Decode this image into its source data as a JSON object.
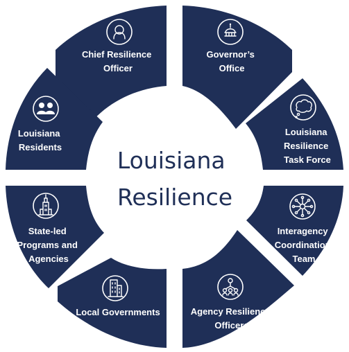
{
  "colors": {
    "segment": "#1f2f57",
    "icon": "#ffffff",
    "center_text": "#1f2f57"
  },
  "center": {
    "line1": "Louisiana",
    "line2": "Resilience"
  },
  "segments": [
    {
      "icon": "person-icon",
      "lines": [
        "Chief Resilience",
        "Officer"
      ]
    },
    {
      "icon": "capitol-dome-icon",
      "lines": [
        "Governor’s",
        "Office"
      ]
    },
    {
      "icon": "thought-cloud-icon",
      "lines": [
        "Louisiana",
        "Resilience",
        "Task Force"
      ]
    },
    {
      "icon": "network-icon",
      "lines": [
        "Interagency",
        "Coordination",
        "Team"
      ]
    },
    {
      "icon": "people-group-icon",
      "lines": [
        "Agency Resilience",
        "Officers"
      ]
    },
    {
      "icon": "city-buildings-icon",
      "lines": [
        "Local Governments"
      ]
    },
    {
      "icon": "capitol-building-icon",
      "lines": [
        "State-led",
        "Programs and",
        "Agencies"
      ]
    },
    {
      "icon": "residents-icon",
      "lines": [
        "Louisiana",
        "Residents"
      ]
    }
  ]
}
